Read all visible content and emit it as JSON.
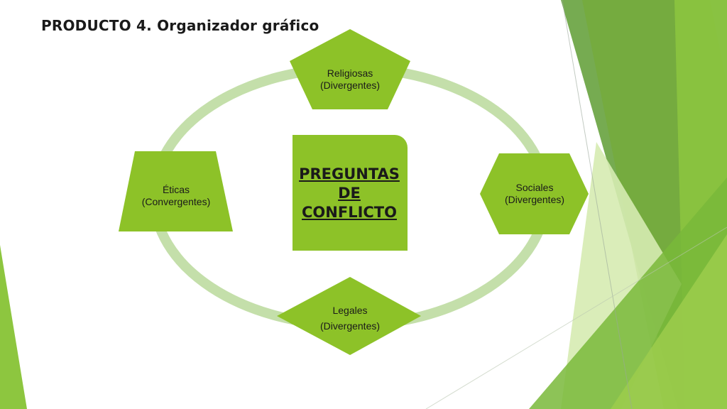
{
  "slide": {
    "title": "PRODUCTO 4. Organizador gráfico"
  },
  "diagram": {
    "center": {
      "line1": "PREGUNTAS",
      "line2": "DE",
      "line3": "CONFLICTO"
    },
    "nodes": {
      "religiosas": {
        "line1": "Religiosas",
        "line2": "(Divergentes)",
        "shape": "pentagon"
      },
      "sociales": {
        "line1": "Sociales",
        "line2": "(Divergentes)",
        "shape": "hexagon"
      },
      "legales": {
        "line1": "Legales",
        "line2": "(Divergentes)",
        "shape": "diamond"
      },
      "eticas": {
        "line1": "Éticas",
        "line2": "(Convergentes)",
        "shape": "trapezoid"
      }
    }
  },
  "colors": {
    "node_fill": "#8dc228",
    "ring": "#c4dfaa",
    "accent_dark": "#5c9c2c",
    "accent_light": "#d4eaa4"
  }
}
